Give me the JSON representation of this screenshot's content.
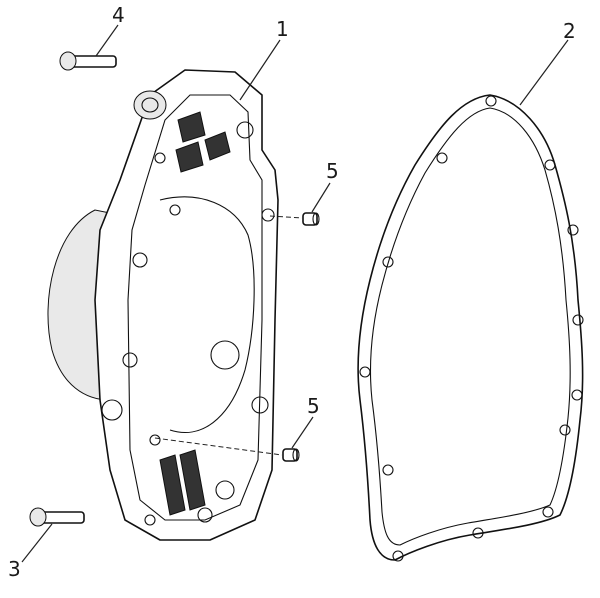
{
  "callouts": [
    {
      "id": "1",
      "text": "1"
    },
    {
      "id": "2",
      "text": "2"
    },
    {
      "id": "3",
      "text": "3"
    },
    {
      "id": "4",
      "text": "4"
    },
    {
      "id": "5a",
      "text": "5"
    },
    {
      "id": "5b",
      "text": "5"
    }
  ]
}
